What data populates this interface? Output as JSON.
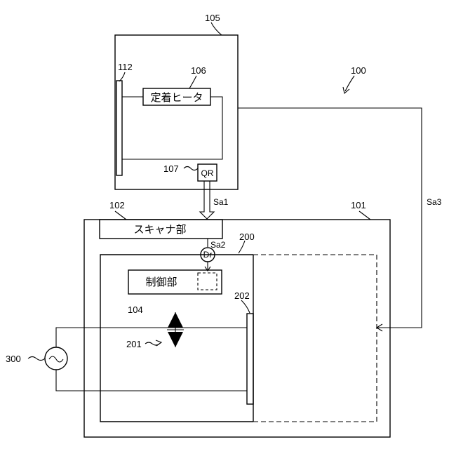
{
  "diagram": {
    "refs": {
      "system": "100",
      "image_forming_apparatus": "101",
      "scanner_unit": "102",
      "control_unit": "104",
      "fixing_unit": "105",
      "fixing_heater": "106",
      "qr_code": "107",
      "fixing_heater_electrode": "112",
      "drive_circuit_board": "200",
      "triac": "201",
      "drive_electrode": "202",
      "ac_power": "300"
    },
    "labels": {
      "fixing_heater": "定着ヒータ",
      "scanner_unit": "スキャナ部",
      "control_unit": "制御部",
      "qr_code": "QR",
      "driver": "Dr"
    },
    "signals": {
      "sa1": "Sa1",
      "sa2": "Sa2",
      "sa3": "Sa3"
    }
  }
}
